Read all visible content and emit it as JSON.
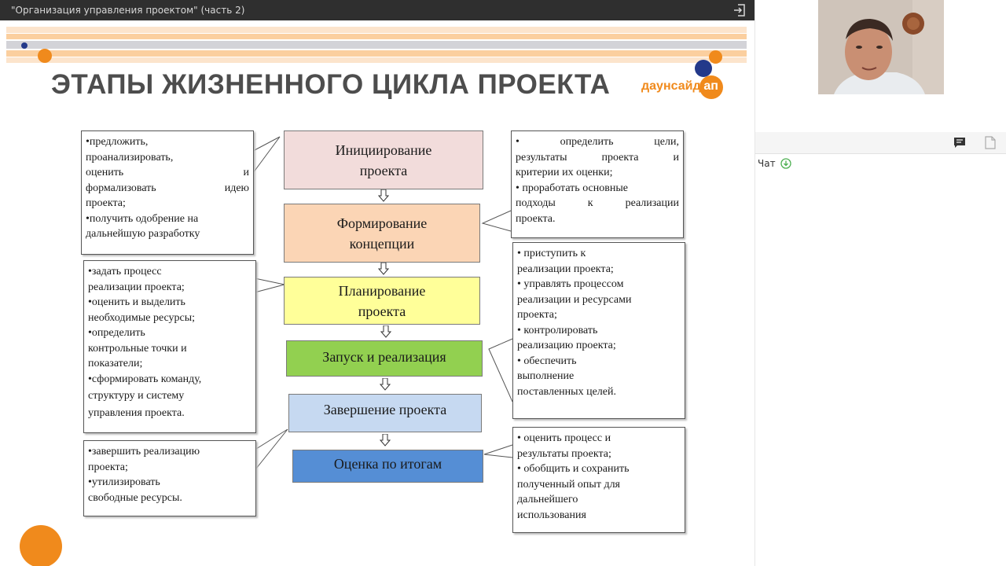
{
  "window": {
    "title": "\"Организация управления проектом\" (часть 2)",
    "exit_icon": "exit-icon"
  },
  "slide": {
    "title": "ЭТАПЫ ЖИЗНЕННОГО ЦИКЛА ПРОЕКТА",
    "logo": {
      "text": "даунсайд",
      "badge": "ап"
    },
    "colors": {
      "accent_orange": "#f08a1c",
      "accent_navy": "#23398a",
      "stripe_peach": "#fbd3b0",
      "stripe_gray": "#cfcfd4"
    },
    "stages": [
      {
        "line1": "Инициирование",
        "line2": "проекта",
        "fill": "#f2dcdb"
      },
      {
        "line1": "Формирование",
        "line2": "концепции",
        "fill": "#fbd5b5"
      },
      {
        "line1": "Планирование",
        "line2": "проекта",
        "fill": "#ffff99"
      },
      {
        "line1": "Запуск и реализация",
        "line2": "",
        "fill": "#92d050"
      },
      {
        "line1": "Завершение проекта",
        "line2": "",
        "fill": "#c6d9f1"
      },
      {
        "line1": "Оценка по итогам",
        "line2": "",
        "fill": "#558ed5"
      }
    ],
    "notes": {
      "initiation": [
        "•предложить,",
        "проанализировать,",
        "оценить и",
        "формализовать идею",
        "проекта;",
        "•получить одобрение на",
        "дальнейшую разработку"
      ],
      "concept": [
        "• определить цели,",
        "результаты проекта и",
        "критерии их оценки;",
        "• проработать основные",
        "подходы к реализации",
        "проекта."
      ],
      "planning": [
        "•задать процесс",
        "реализации проекта;",
        "•оценить и выделить",
        "необходимые ресурсы;",
        "•определить",
        "контрольные точки и",
        "показатели;",
        "•сформировать команду,",
        "структуру и систему",
        "управления проекта."
      ],
      "launch": [
        "• приступить к",
        "реализации проекта;",
        "• управлять процессом",
        "реализации и ресурсами",
        "проекта;",
        "• контролировать",
        "реализацию проекта;",
        "• обеспечить",
        "выполнение",
        "поставленных целей."
      ],
      "completion": [
        "•завершить реализацию",
        "проекта;",
        "•утилизировать",
        "свободные ресурсы."
      ],
      "evaluation": [
        "• оценить процесс и",
        "результаты проекта;",
        "• обобщить и сохранить",
        "полученный опыт для",
        "дальнейшего",
        "использования"
      ]
    }
  },
  "sidebar": {
    "chat_label": "Чат",
    "chat_icon": "chat-bubble-icon",
    "file_icon": "file-icon",
    "download_icon": "download-icon"
  }
}
